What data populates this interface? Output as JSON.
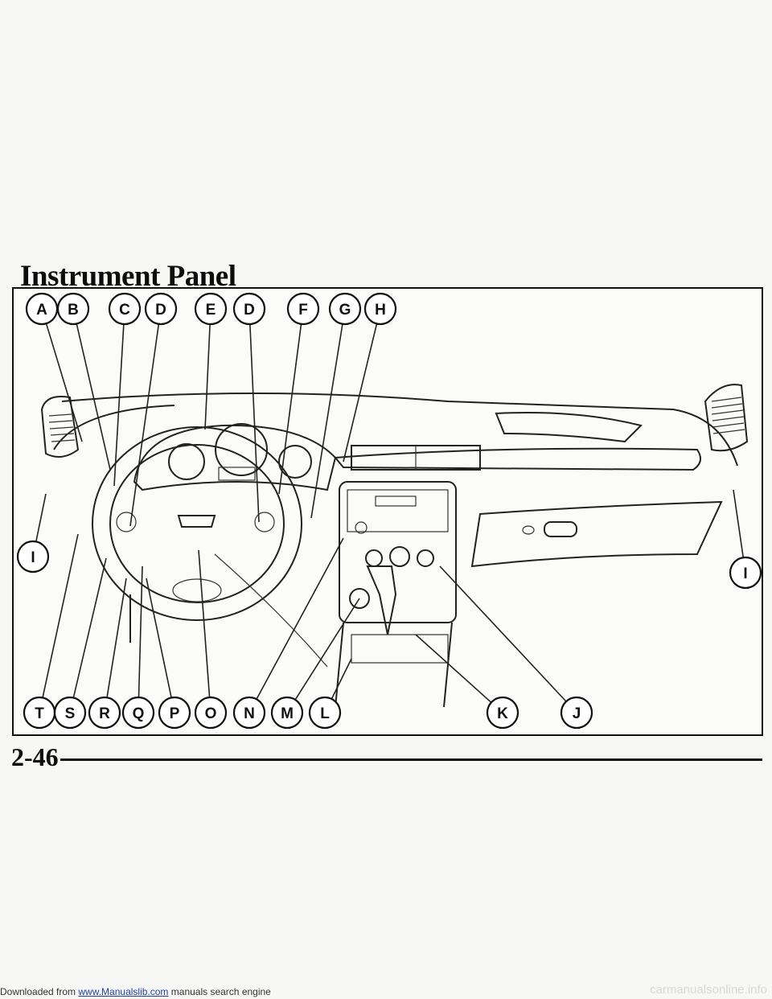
{
  "page": {
    "title": "Instrument Panel",
    "page_number": "2-46"
  },
  "figure": {
    "top_callouts": [
      "A",
      "B",
      "C",
      "D",
      "E",
      "D",
      "F",
      "G",
      "H"
    ],
    "side_callouts": [
      "I",
      "I"
    ],
    "bottom_callouts": [
      "T",
      "S",
      "R",
      "Q",
      "P",
      "O",
      "N",
      "M",
      "L",
      "K",
      "J"
    ]
  },
  "banner": {
    "prefix": "Downloaded from ",
    "link": "www.Manualslib.com",
    "suffix": " manuals search engine"
  },
  "watermark": "carmanualsonline.info"
}
